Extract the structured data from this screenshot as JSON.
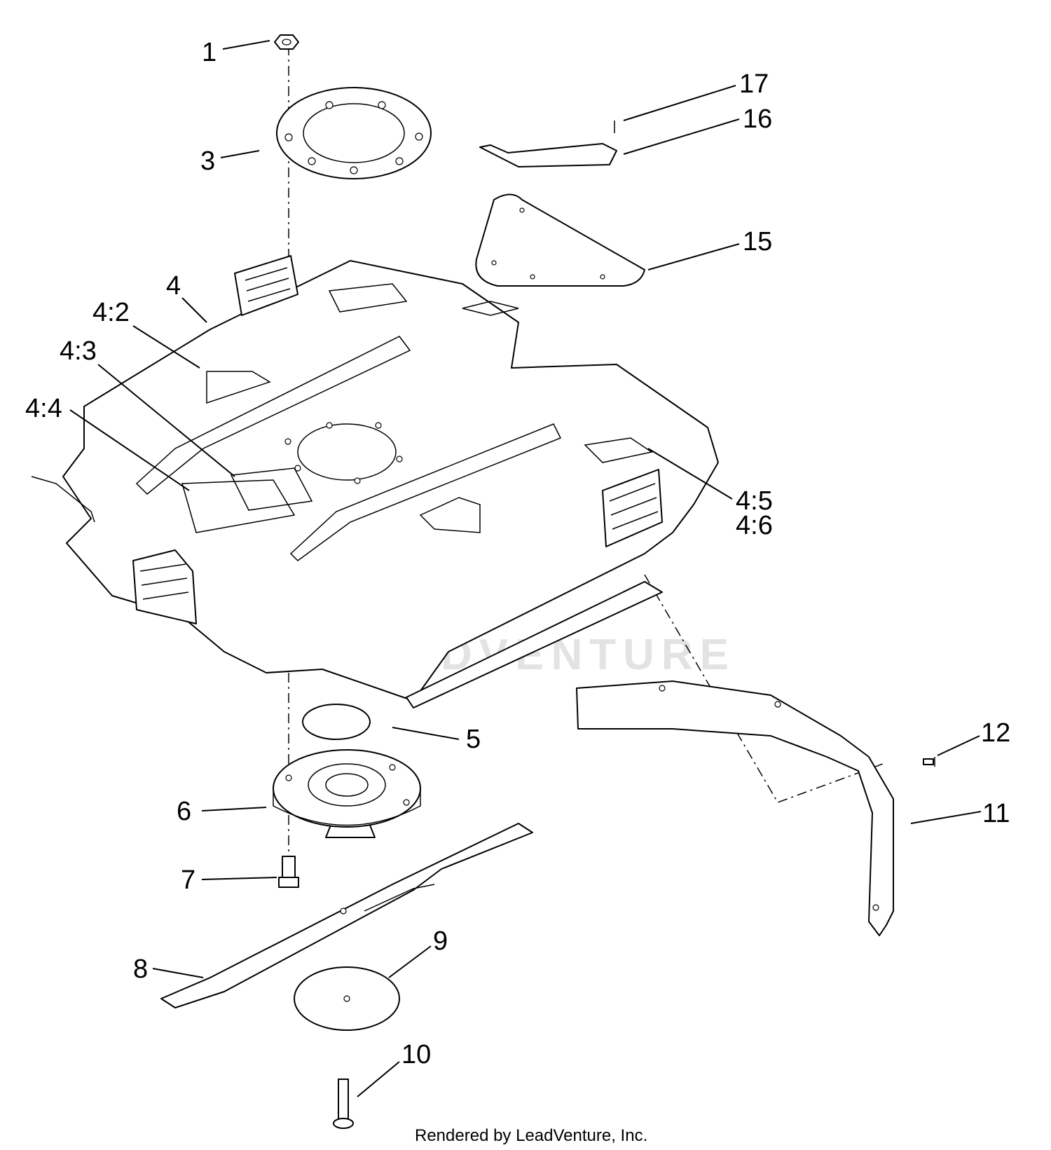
{
  "callouts": {
    "c1": "1",
    "c3": "3",
    "c4": "4",
    "c4_2": "4:2",
    "c4_3": "4:3",
    "c4_4": "4:4",
    "c4_5": "4:5",
    "c4_6": "4:6",
    "c5": "5",
    "c6": "6",
    "c7": "7",
    "c8": "8",
    "c9": "9",
    "c10": "10",
    "c11": "11",
    "c12": "12",
    "c15": "15",
    "c16": "16",
    "c17": "17"
  },
  "watermark": {
    "text": "LEADVENTURE"
  },
  "footer": {
    "text": "Rendered by LeadVenture, Inc."
  }
}
